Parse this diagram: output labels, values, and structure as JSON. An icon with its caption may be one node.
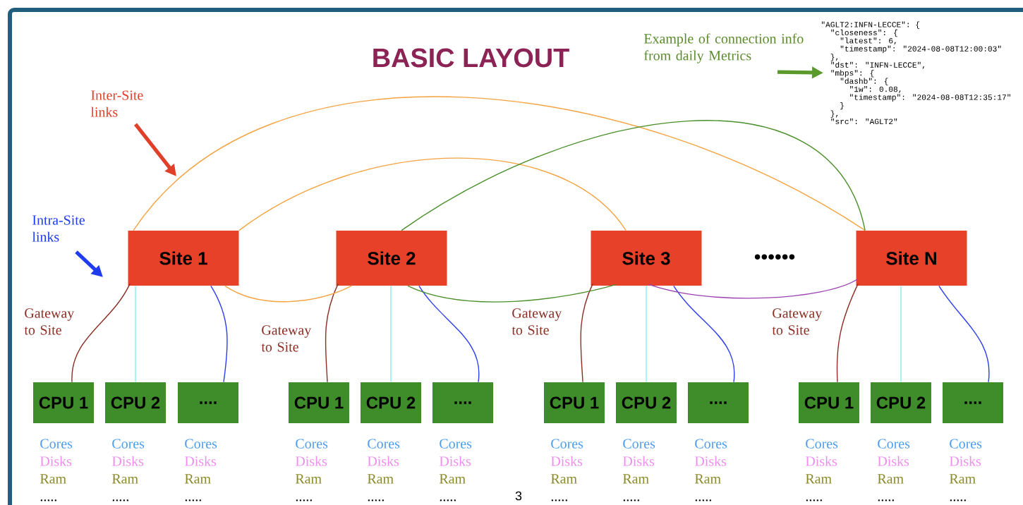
{
  "diagram": {
    "title": "BASIC LAYOUT",
    "nodes": [
      {
        "text": [
          "Site 1"
        ]
      },
      {
        "text": [
          "Site 2"
        ]
      },
      {
        "text": [
          "Site 3"
        ]
      },
      {
        "text": [
          "Site N"
        ]
      },
      {
        "text": [
          "CPU 1"
        ],
        "beside": [
          "Cores",
          "Disks",
          "Ram",
          "....."
        ]
      },
      {
        "text": [
          "CPU 2"
        ],
        "beside": [
          "Cores",
          "Disks",
          "Ram",
          "....."
        ]
      },
      {
        "text": [
          "...."
        ],
        "beside": [
          "Cores",
          "Disks",
          "Ram",
          "....."
        ]
      },
      {
        "text": [
          "CPU 1"
        ],
        "beside": [
          "Cores",
          "Disks",
          "Ram",
          "....."
        ]
      },
      {
        "text": [
          "CPU 2"
        ],
        "beside": [
          "Cores",
          "Disks",
          "Ram",
          "....."
        ]
      },
      {
        "text": [
          "...."
        ],
        "beside": [
          "Cores",
          "Disks",
          "Ram",
          "....."
        ]
      },
      {
        "text": [
          "CPU 1"
        ],
        "beside": [
          "Cores",
          "Disks",
          "Ram",
          "....."
        ]
      },
      {
        "text": [
          "CPU 2"
        ],
        "beside": [
          "Cores",
          "Disks",
          "Ram",
          "....."
        ]
      },
      {
        "text": [
          "...."
        ],
        "beside": [
          "Cores",
          "Disks",
          "Ram",
          "....."
        ]
      },
      {
        "text": [
          "CPU 1"
        ],
        "beside": [
          "Cores",
          "Disks",
          "Ram",
          "....."
        ]
      },
      {
        "text": [
          "CPU 2"
        ],
        "beside": [
          "Cores",
          "Disks",
          "Ram",
          "....."
        ]
      },
      {
        "text": [
          "...."
        ],
        "beside": [
          "Cores",
          "Disks",
          "Ram",
          "....."
        ]
      },
      {
        "text": [
          "Inter-Site links"
        ]
      },
      {
        "text": [
          "Intra-Site links"
        ]
      },
      {
        "text": [
          "Example of connection info from daily Metrics"
        ]
      },
      {
        "text": [
          "\"AGLT2:INFN-LECCE\": {",
          "\"closeness\": {",
          "\"latest\": 6,",
          "\"timestamp\": \"2024-08-08T12:00:03\"",
          "},",
          "\"dst\": \"INFN-LECCE\",",
          "\"mbps\": {",
          "\"dashb\": {",
          "\"1w\": 0.08,",
          "\"timestamp\": \"2024-08-08T12:35:17\"",
          "}",
          "},",
          "\"src\": \"AGLT2\""
        ]
      }
    ],
    "edges": [
      {
        "from": 0,
        "to": 4,
        "arrow": "none",
        "color": "#8b2f24",
        "label": "Gateway to Site"
      },
      {
        "from": 0,
        "to": 5,
        "arrow": "none",
        "color": "#80f0f0"
      },
      {
        "from": 0,
        "to": 6,
        "arrow": "none",
        "color": "#2b3cf5"
      },
      {
        "from": 1,
        "to": 7,
        "arrow": "none",
        "color": "#8b2f24",
        "label": "Gateway to Site"
      },
      {
        "from": 1,
        "to": 8,
        "arrow": "none",
        "color": "#80f0f0"
      },
      {
        "from": 1,
        "to": 9,
        "arrow": "none",
        "color": "#2b3cf5"
      },
      {
        "from": 2,
        "to": 10,
        "arrow": "none",
        "color": "#8b2f24",
        "label": "Gateway to Site"
      },
      {
        "from": 2,
        "to": 11,
        "arrow": "none",
        "color": "#80f0f0"
      },
      {
        "from": 2,
        "to": 12,
        "arrow": "none",
        "color": "#2b3cf5"
      },
      {
        "from": 3,
        "to": 13,
        "arrow": "none",
        "color": "#8b2f24",
        "label": "Gateway to Site"
      },
      {
        "from": 3,
        "to": 14,
        "arrow": "none",
        "color": "#80f0f0"
      },
      {
        "from": 3,
        "to": 15,
        "arrow": "none",
        "color": "#2b3cf5"
      },
      {
        "from": 0,
        "to": 3,
        "arrow": "none",
        "color": "#f4a340"
      },
      {
        "from": 0,
        "to": 2,
        "arrow": "none",
        "color": "#f4a340"
      },
      {
        "from": 0,
        "to": 1,
        "arrow": "none",
        "color": "#f4a340"
      },
      {
        "from": 1,
        "to": 3,
        "arrow": "none",
        "color": "#4a8f2a"
      },
      {
        "from": 1,
        "to": 2,
        "arrow": "none",
        "color": "#4a8f2a"
      },
      {
        "from": 2,
        "to": 3,
        "arrow": "none",
        "color": "#9a3fb0"
      },
      {
        "from": 16,
        "to": null,
        "arrow": "to",
        "style": "thick",
        "color": "#e0402a"
      },
      {
        "from": 17,
        "to": null,
        "arrow": "to",
        "style": "thick",
        "color": "#1f3cf0"
      },
      {
        "from": 18,
        "to": 19,
        "arrow": "to",
        "style": "thick",
        "color": "#5a9a2a"
      }
    ],
    "labels": [
      "••••••",
      "3"
    ]
  }
}
